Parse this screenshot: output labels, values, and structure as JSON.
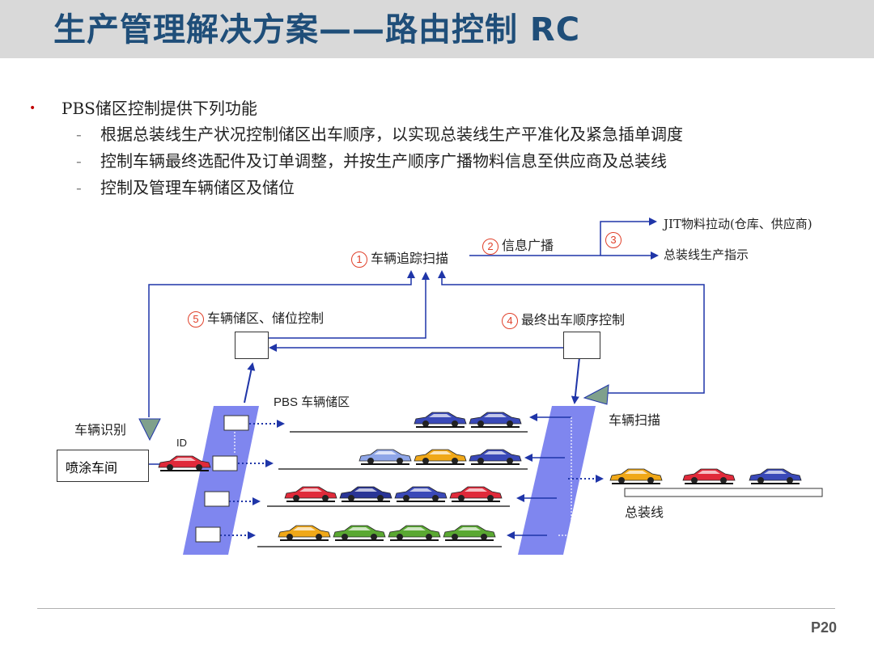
{
  "title": "生产管理解决方案——路由控制 RC",
  "bullet": {
    "main": "PBS储区控制提供下列功能",
    "subs": [
      "根据总装线生产状况控制储区出车顺序，以实现总装线生产平准化及紧急插单调度",
      "控制车辆最终选配件及订单调整，并按生产顺序广播物料信息至供应商及总装线",
      "控制及管理车辆储区及储位"
    ],
    "dash": "-"
  },
  "diagram": {
    "step1": {
      "num": "1",
      "label": "车辆追踪扫描"
    },
    "step2": {
      "num": "2",
      "label": "信息广播"
    },
    "step3": {
      "num": "3"
    },
    "step4": {
      "num": "4",
      "label": "最终出车顺序控制"
    },
    "step5": {
      "num": "5",
      "label": "车辆储区、储位控制"
    },
    "jit_label": "JIT物料拉动(仓库、供应商)",
    "assembly_instr_label": "总装线生产指示",
    "vehicle_id_label": "车辆识别",
    "id_label": "ID",
    "paint_shop_label": "喷涂车间",
    "pbs_label": "PBS 车辆储区",
    "vehicle_scan_label": "车辆扫描",
    "assembly_line_label": "总装线",
    "lanes": [
      [
        "blue",
        "blue"
      ],
      [
        "lightblue",
        "orange",
        "blue"
      ],
      [
        "red",
        "navy",
        "blue",
        "red"
      ],
      [
        "orange",
        "green",
        "green",
        "green"
      ]
    ],
    "assembly_cars": [
      "orange",
      "red",
      "blue"
    ],
    "car_colors": {
      "blue": "#3a49b8",
      "navy": "#2a3596",
      "lightblue": "#8fa6e8",
      "orange": "#f0a818",
      "red": "#e02a3a",
      "green": "#5aa832"
    },
    "accent_colors": {
      "flow": "#1f35a8",
      "panel": "#7f86ef",
      "marker": "#7fa08c"
    }
  },
  "page_number": "P20"
}
